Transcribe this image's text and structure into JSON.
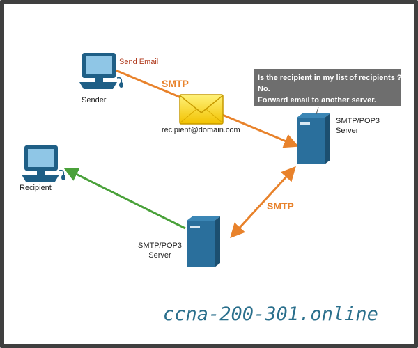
{
  "nodes": {
    "sender": {
      "label": "Sender",
      "action_label": "Send Email"
    },
    "recipient": {
      "label": "Recipient"
    },
    "server_top": {
      "label_line1": "SMTP/POP3",
      "label_line2": "Server"
    },
    "server_bottom": {
      "label_line1": "SMTP/POP3",
      "label_line2": "Server"
    }
  },
  "links": {
    "sender_to_server": {
      "protocol": "SMTP"
    },
    "server_to_server": {
      "protocol": "SMTP"
    }
  },
  "email": {
    "address": "recipient@domain.com"
  },
  "callout": {
    "lines": [
      "Is the recipient in my list of recipients ?",
      "No.",
      "Forward email to another server."
    ]
  },
  "watermark": "ccna-200-301.online",
  "colors": {
    "smtp_orange": "#e8822b",
    "delivery_green": "#4aa13a",
    "device_blue": "#2a6f9c",
    "callout_gray": "#6e6e6e"
  }
}
